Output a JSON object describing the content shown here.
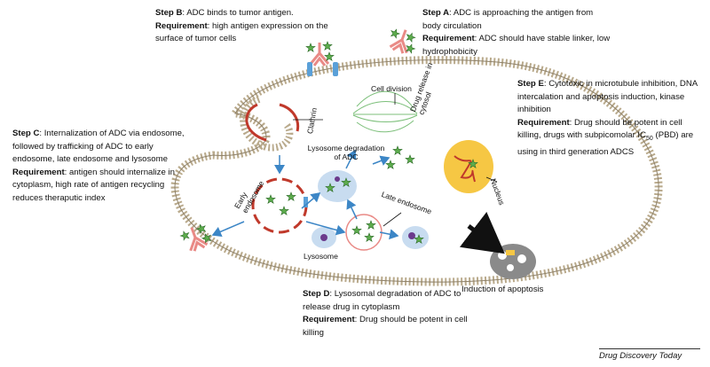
{
  "steps": {
    "b": {
      "head": "Step B",
      "text": ": ADC  binds to tumor antigen.",
      "req": "Requirement",
      "req_text": ": high antigen expression on the surface of tumor cells"
    },
    "a": {
      "head": "Step A",
      "text": ": ADC is approaching the antigen from body circulation",
      "req": "Requirement",
      "req_text": ": ADC should have stable linker, low hydrophobicity"
    },
    "e": {
      "head": "Step E",
      "text": ": Cytotoxic in microtubule inhibition, DNA intercalation and apoptosis induction, kinase inhibition",
      "req": "Requirement",
      "req_text1": ": Drug should be potent in cell killing, drugs with subpicomolar IC",
      "req_sub": "50",
      "req_text2": " (PBD) are using in third generation ADCS"
    },
    "c": {
      "head": "Step C",
      "text": ": Internalization of ADC via endosome, followed by trafficking of ADC to early endosome, late endosome and lysosome",
      "req": "Requirement",
      "req_text": ": antigen should internalize in cytoplasm, high rate of antigen recycling reduces theraputic index"
    },
    "d": {
      "head": "Step D",
      "text": ": Lysosomal degradation of ADC to release drug in cytoplasm",
      "req": "Requirement",
      "req_text": ": Drug should be potent in cell killing"
    }
  },
  "labels": {
    "cell_division": "Cell division",
    "clathrin": "Clathrin",
    "lysosome_degradation": "Lysosome degradation of ADC",
    "drug_release": "Drug release in cytosol",
    "nucleus": "Nucleus",
    "early_endosome": "Early endosome",
    "late_endosome": "Late endosome",
    "lysosome": "Lysosome",
    "apoptosis": "Induction of apoptosis"
  },
  "footer": "Drug Discovery Today",
  "colors": {
    "membrane": "#b9aa8c",
    "adc": "#e98a86",
    "antigen": "#5aa0d8",
    "drug": "#5cac4c",
    "vesicle": "#c8dcf0",
    "nucleus": "#f6c744",
    "arrow": "#3c86c6"
  }
}
